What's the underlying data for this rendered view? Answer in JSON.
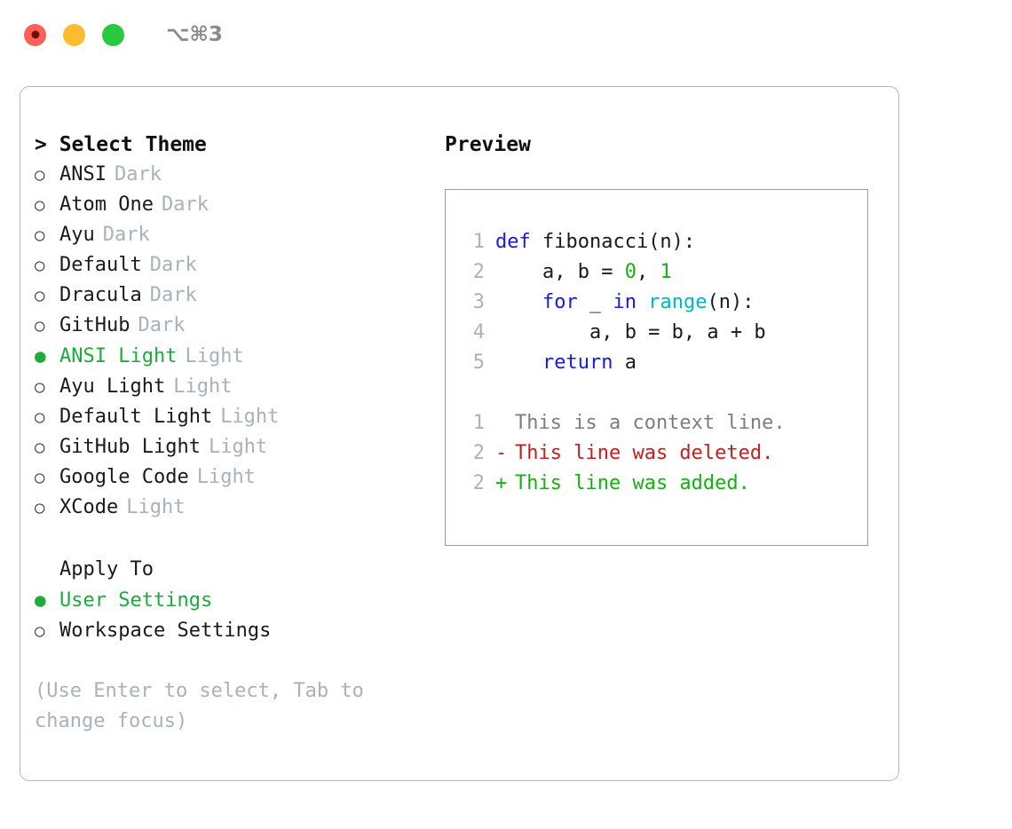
{
  "titlebar": {
    "shortcut": "⌥⌘3",
    "buttons": [
      {
        "name": "close",
        "color": "#ff5f57"
      },
      {
        "name": "minimize",
        "color": "#ffbd2e"
      },
      {
        "name": "maximize",
        "color": "#28c840"
      }
    ]
  },
  "colors": {
    "accent_green": "#1faa3c",
    "muted": "#a8b2bd",
    "text": "#1a1a1a",
    "border": "#aeb8c4",
    "preview_border": "#8fa0b1",
    "keyword_blue": "#1919e6",
    "function_cyan": "#00b6c4",
    "number_green": "#16b016",
    "diff_deleted": "#c02020",
    "diff_added": "#16b016",
    "diff_context": "#7d7d7d"
  },
  "theme_panel": {
    "header": "> Select Theme",
    "themes": [
      {
        "marker": "○",
        "name": "ANSI",
        "tag": "Dark",
        "selected": false
      },
      {
        "marker": "○",
        "name": "Atom One",
        "tag": "Dark",
        "selected": false
      },
      {
        "marker": "○",
        "name": "Ayu",
        "tag": "Dark",
        "selected": false
      },
      {
        "marker": "○",
        "name": "Default",
        "tag": "Dark",
        "selected": false
      },
      {
        "marker": "○",
        "name": "Dracula",
        "tag": "Dark",
        "selected": false
      },
      {
        "marker": "○",
        "name": "GitHub",
        "tag": "Dark",
        "selected": false
      },
      {
        "marker": "●",
        "name": "ANSI Light",
        "tag": "Light",
        "selected": true
      },
      {
        "marker": "○",
        "name": "Ayu Light",
        "tag": "Light",
        "selected": false
      },
      {
        "marker": "○",
        "name": "Default Light",
        "tag": "Light",
        "selected": false
      },
      {
        "marker": "○",
        "name": "GitHub Light",
        "tag": "Light",
        "selected": false
      },
      {
        "marker": "○",
        "name": "Google Code",
        "tag": "Light",
        "selected": false
      },
      {
        "marker": "○",
        "name": "XCode",
        "tag": "Light",
        "selected": false
      }
    ],
    "apply_to": {
      "header": "Apply To",
      "options": [
        {
          "marker": "●",
          "label": "User Settings",
          "selected": true
        },
        {
          "marker": "○",
          "label": "Workspace Settings",
          "selected": false
        }
      ]
    },
    "hint": "(Use Enter to select, Tab to change focus)"
  },
  "preview_panel": {
    "title": "Preview",
    "code_lines": [
      {
        "num": "1",
        "tokens": [
          {
            "t": "def ",
            "c": "kw"
          },
          {
            "t": "fibonacci(n):",
            "c": "code-text"
          }
        ]
      },
      {
        "num": "2",
        "tokens": [
          {
            "t": "    a, b = ",
            "c": "code-text"
          },
          {
            "t": "0",
            "c": "num"
          },
          {
            "t": ", ",
            "c": "code-text"
          },
          {
            "t": "1",
            "c": "num"
          }
        ]
      },
      {
        "num": "3",
        "tokens": [
          {
            "t": "    ",
            "c": "code-text"
          },
          {
            "t": "for",
            "c": "kw"
          },
          {
            "t": " _ ",
            "c": "code-text"
          },
          {
            "t": "in",
            "c": "kw"
          },
          {
            "t": " ",
            "c": "code-text"
          },
          {
            "t": "range",
            "c": "fn"
          },
          {
            "t": "(n):",
            "c": "code-text"
          }
        ]
      },
      {
        "num": "4",
        "tokens": [
          {
            "t": "        a, b = b, a + b",
            "c": "code-text"
          }
        ]
      },
      {
        "num": "5",
        "tokens": [
          {
            "t": "    ",
            "c": "code-text"
          },
          {
            "t": "return",
            "c": "kw"
          },
          {
            "t": " a",
            "c": "code-text"
          }
        ]
      }
    ],
    "diff_lines": [
      {
        "num": "1",
        "sign": " ",
        "text": "This is a context line.",
        "kind": "diff-ctx"
      },
      {
        "num": "2",
        "sign": "-",
        "text": "This line was deleted.",
        "kind": "diff-del"
      },
      {
        "num": "2",
        "sign": "+",
        "text": "This line was added.",
        "kind": "diff-add"
      }
    ]
  }
}
